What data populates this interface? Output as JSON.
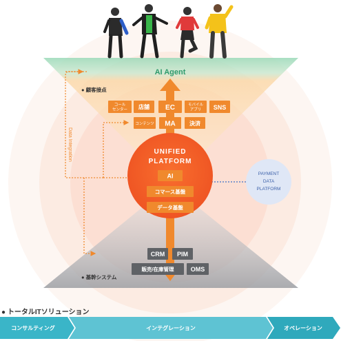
{
  "diagram": {
    "agent_label": "AI Agent",
    "touchpoints": {
      "header": "● 顧客接点",
      "chips": [
        {
          "key": "call",
          "lines": [
            "コール",
            "センター"
          ]
        },
        {
          "key": "store",
          "lines": [
            "店舗"
          ]
        },
        {
          "key": "ec",
          "lines": [
            "EC"
          ]
        },
        {
          "key": "mobile",
          "lines": [
            "モバイル",
            "アプリ"
          ]
        },
        {
          "key": "sns",
          "lines": [
            "SNS"
          ]
        },
        {
          "key": "content",
          "lines": [
            "コンテンツ"
          ]
        },
        {
          "key": "ma",
          "lines": [
            "MA"
          ]
        },
        {
          "key": "payment",
          "lines": [
            "決済"
          ]
        }
      ]
    },
    "data_integration": "Data Integration",
    "platform": {
      "line1": "UNIFIED",
      "line2": "PLATFORM",
      "modules": [
        "AI",
        "コマース基盤",
        "データ基盤"
      ]
    },
    "payment_platform": [
      "PAYMENT",
      "DATA",
      "PLATFORM"
    ],
    "core_systems": {
      "header": "● 基幹システム",
      "chips": [
        "CRM",
        "PIM",
        "販売/在庫管理",
        "OMS"
      ]
    },
    "colors": {
      "accent_orange": "#f0892d",
      "platform_orange": "#f4602a",
      "agent_green": "#88d2ad",
      "agent_text": "#2f9a6c",
      "core_gray": "#5f6266",
      "flow_teal": "#3ab5c8",
      "payment_blue": "#dfe7f6"
    },
    "icons": [
      "person-icon",
      "person-icon",
      "person-icon",
      "person-icon"
    ]
  },
  "solution_strip": {
    "title": "● トータルITソリューション",
    "phases": [
      "コンサルティング",
      "インテグレーション",
      "オペレーション"
    ]
  }
}
